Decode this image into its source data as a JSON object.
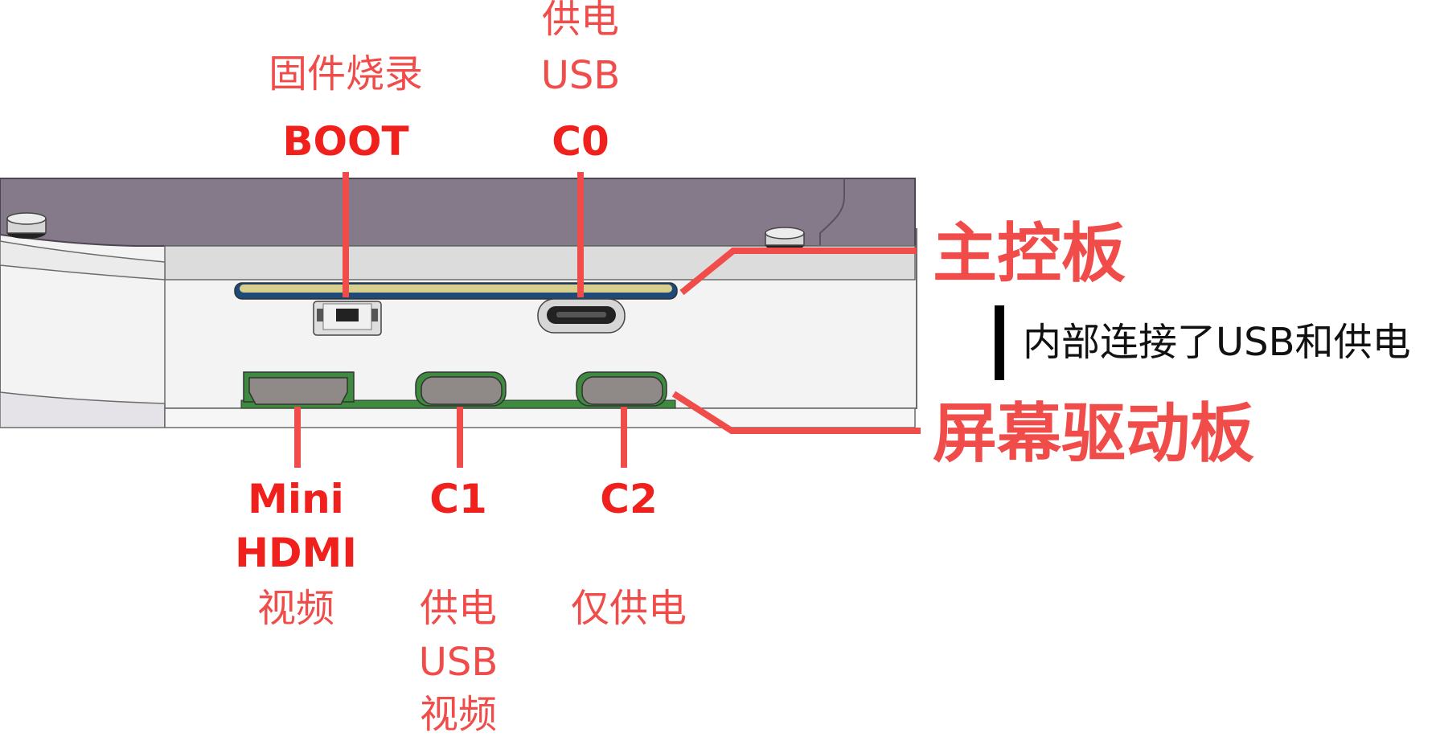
{
  "colors": {
    "accent_red": "#ef4c4a",
    "label_red": "#f0201c",
    "case_top": "#857a8a",
    "case_light": "#f3f3f3",
    "pcb_green": "#3e8a3f",
    "port_grey": "#8f8a88"
  },
  "top_ports": {
    "boot": {
      "name": "BOOT",
      "desc": "固件烧录"
    },
    "c0": {
      "name": "C0",
      "desc_line1": "供电",
      "desc_line2": "USB"
    }
  },
  "bottom_ports": {
    "hdmi": {
      "name_line1": "Mini",
      "name_line2": "HDMI",
      "desc": "视频"
    },
    "c1": {
      "name": "C1",
      "desc_line1": "供电",
      "desc_line2": "USB",
      "desc_line3": "视频"
    },
    "c2": {
      "name": "C2",
      "desc": "仅供电"
    }
  },
  "boards": {
    "main": "主控板",
    "screen": "屏幕驱动板",
    "note": "内部连接了USB和供电"
  }
}
